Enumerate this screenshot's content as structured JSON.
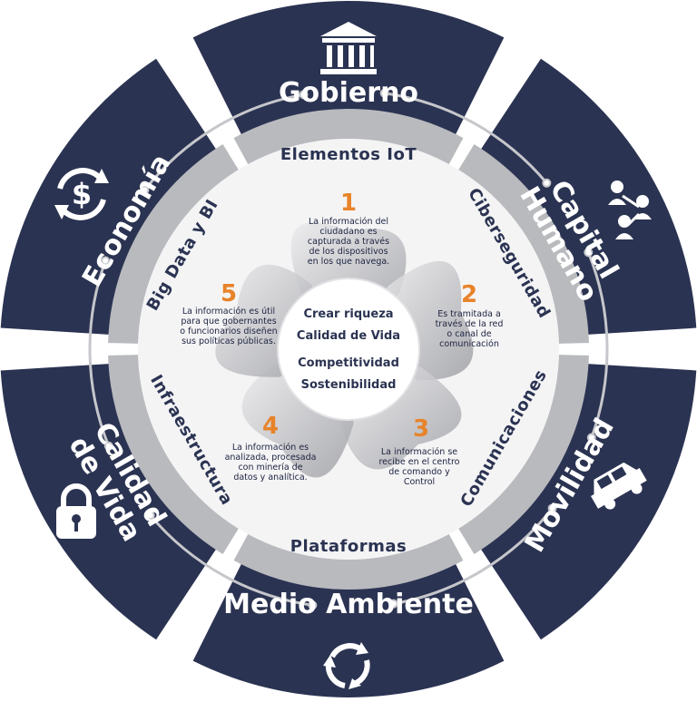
{
  "colors": {
    "navy": "#2b3352",
    "ring_gray": "#b9babe",
    "accent_orange": "#e8832a",
    "connector": "#c6c7cb"
  },
  "outer_sectors": [
    {
      "id": "gobierno",
      "label": "Gobierno",
      "icon": "government-building-icon"
    },
    {
      "id": "capital-humano",
      "label_line1": "Capital",
      "label_line2": "Humano",
      "icon": "people-network-icon"
    },
    {
      "id": "movilidad",
      "label": "Movilidad",
      "icon": "car-icon"
    },
    {
      "id": "medio-ambiente",
      "label": "Medio Ambiente",
      "icon": "recycle-icon"
    },
    {
      "id": "calidad-de-vida",
      "label_line1": "Calidad",
      "label_line2": "de Vida",
      "icon": "lock-icon"
    },
    {
      "id": "economia",
      "label": "Economía",
      "icon": "dollar-cycle-icon"
    }
  ],
  "middle_ring": [
    {
      "label": "Elementos IoT"
    },
    {
      "label": "Ciberseguridad"
    },
    {
      "label": "Comunicaciones"
    },
    {
      "label": "Plataformas"
    },
    {
      "label": "Infraestructura"
    },
    {
      "label": "Big Data y BI"
    }
  ],
  "steps": [
    {
      "number": "1",
      "lines": [
        "La información del",
        "ciudadano es",
        "capturada a través",
        "de los dispositivos",
        "en los que navega."
      ]
    },
    {
      "number": "2",
      "lines": [
        "Es tramitada a",
        "través de la red",
        "o canal de",
        "comunicación"
      ]
    },
    {
      "number": "3",
      "lines": [
        "La información se",
        "recibe en el centro",
        "de comando y",
        "Control"
      ]
    },
    {
      "number": "4",
      "lines": [
        "La información es",
        "analizada, procesada",
        "con minería de",
        "datos y analítica."
      ]
    },
    {
      "number": "5",
      "lines": [
        "La información es útil",
        "para que gobernantes",
        "o funcionarios diseñen",
        "sus políticas públicas."
      ]
    }
  ],
  "core": [
    "Crear riqueza",
    "Calidad de Vida",
    "Competitividad",
    "Sostenibilidad"
  ]
}
